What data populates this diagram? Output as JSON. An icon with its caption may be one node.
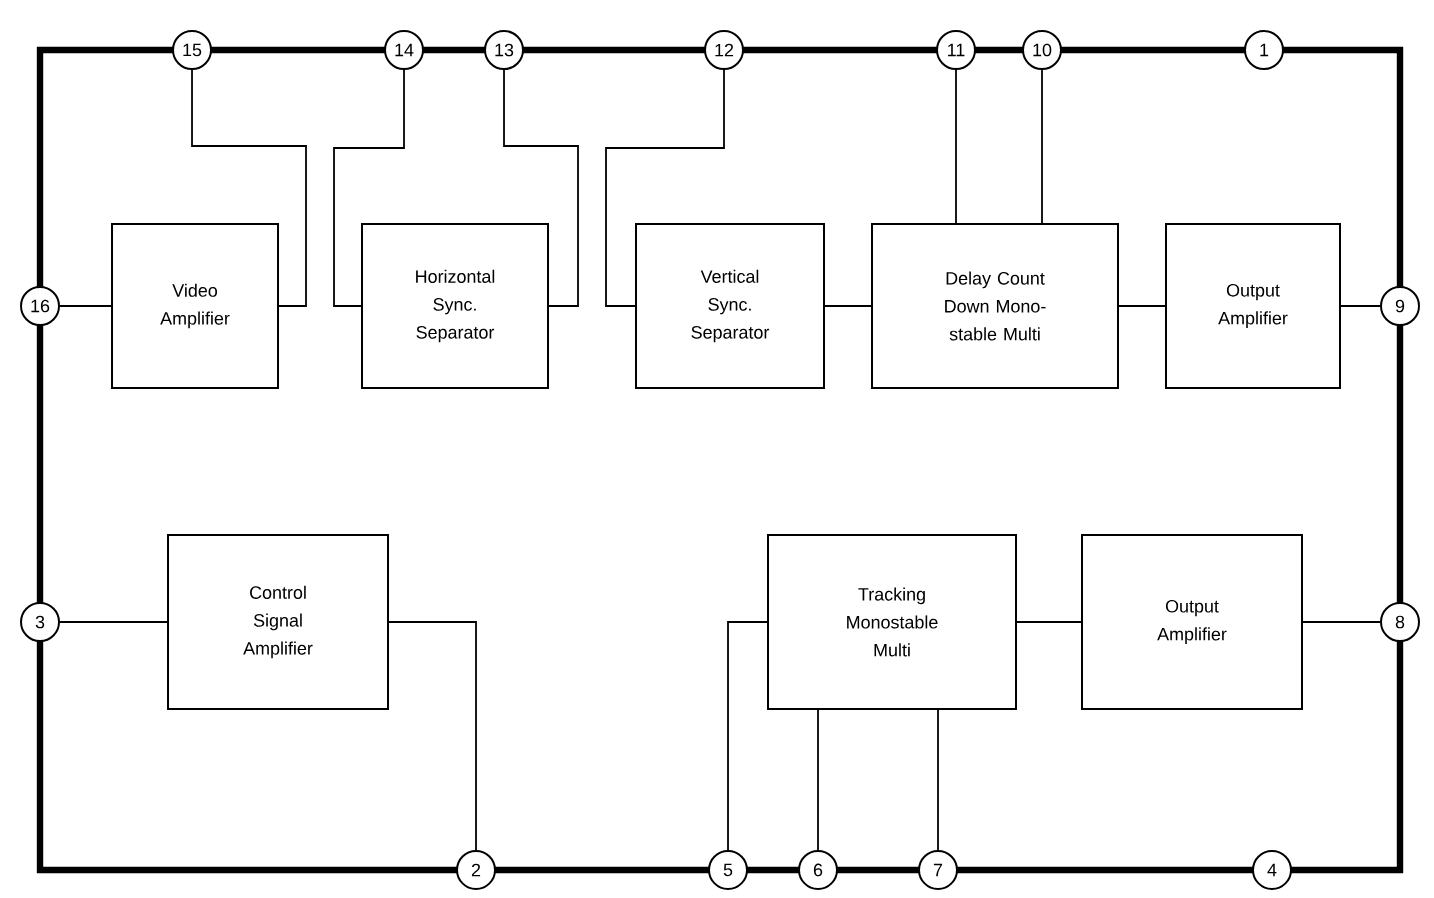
{
  "diagram": {
    "nodes": [
      {
        "text": [
          "15"
        ]
      },
      {
        "text": [
          "14"
        ]
      },
      {
        "text": [
          "13"
        ]
      },
      {
        "text": [
          "12"
        ]
      },
      {
        "text": [
          "11"
        ]
      },
      {
        "text": [
          "10"
        ]
      },
      {
        "text": [
          "1"
        ]
      },
      {
        "text": [
          "16"
        ]
      },
      {
        "text": [
          "Video Amplifier"
        ]
      },
      {
        "text": [
          "Horizontal Sync. Separator"
        ]
      },
      {
        "text": [
          "Vertical Sync. Separator"
        ]
      },
      {
        "text": [
          "Delay Count Down Mono-stable Multi"
        ]
      },
      {
        "text": [
          "Output Amplifier"
        ]
      },
      {
        "text": [
          "9"
        ]
      },
      {
        "text": [
          "3"
        ]
      },
      {
        "text": [
          "Control Signal Amplifier"
        ]
      },
      {
        "text": [
          "Tracking Monostable Multi"
        ]
      },
      {
        "text": [
          "Output Amplifier"
        ]
      },
      {
        "text": [
          "8"
        ]
      },
      {
        "text": [
          "2"
        ]
      },
      {
        "text": [
          "5"
        ]
      },
      {
        "text": [
          "6"
        ]
      },
      {
        "text": [
          "7"
        ]
      },
      {
        "text": [
          "4"
        ]
      }
    ],
    "edges": [
      {
        "from": 8,
        "to": 0,
        "arrow": "none"
      },
      {
        "from": 9,
        "to": 1,
        "arrow": "none"
      },
      {
        "from": 9,
        "to": 2,
        "arrow": "none"
      },
      {
        "from": 10,
        "to": 3,
        "arrow": "none"
      },
      {
        "from": 7,
        "to": 8,
        "arrow": "none"
      },
      {
        "from": 10,
        "to": 11,
        "arrow": "none"
      },
      {
        "from": 11,
        "to": 4,
        "arrow": "none"
      },
      {
        "from": 11,
        "to": 5,
        "arrow": "none"
      },
      {
        "from": 11,
        "to": 12,
        "arrow": "none"
      },
      {
        "from": 12,
        "to": 13,
        "arrow": "none"
      },
      {
        "from": 14,
        "to": 15,
        "arrow": "none"
      },
      {
        "from": 15,
        "to": 19,
        "arrow": "none"
      },
      {
        "from": 16,
        "to": 20,
        "arrow": "none"
      },
      {
        "from": 16,
        "to": 21,
        "arrow": "none"
      },
      {
        "from": 16,
        "to": 22,
        "arrow": "none"
      },
      {
        "from": 16,
        "to": 17,
        "arrow": "none"
      },
      {
        "from": 17,
        "to": 18,
        "arrow": "none"
      }
    ]
  }
}
